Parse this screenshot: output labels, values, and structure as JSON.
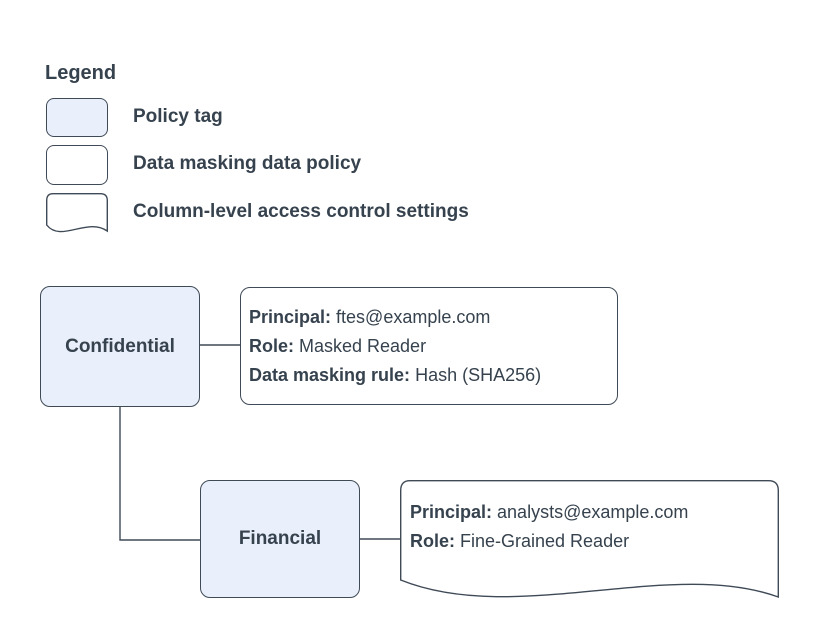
{
  "colors": {
    "policy_tag_fill": "#e9f0fb",
    "box_fill": "#ffffff",
    "stroke": "#3f4a57",
    "text": "#36424e",
    "background": "#ffffff"
  },
  "legend": {
    "title": "Legend",
    "items": [
      {
        "shape": "policy-tag",
        "label": "Policy tag"
      },
      {
        "shape": "data-masking-data-policy",
        "label": "Data masking data policy"
      },
      {
        "shape": "column-level-access-control",
        "label": "Column-level access control settings"
      }
    ]
  },
  "diagram": {
    "policy_tags": [
      {
        "name": "Confidential"
      },
      {
        "name": "Financial"
      }
    ],
    "data_policy": {
      "lines": [
        {
          "label": "Principal:",
          "value": " ftes@example.com"
        },
        {
          "label": "Role:",
          "value": " Masked Reader"
        },
        {
          "label": "Data masking rule:",
          "value": " Hash (SHA256)"
        }
      ]
    },
    "column_access": {
      "lines": [
        {
          "label": "Principal:",
          "value": " analysts@example.com"
        },
        {
          "label": "Role:",
          "value": " Fine-Grained Reader"
        }
      ]
    }
  }
}
